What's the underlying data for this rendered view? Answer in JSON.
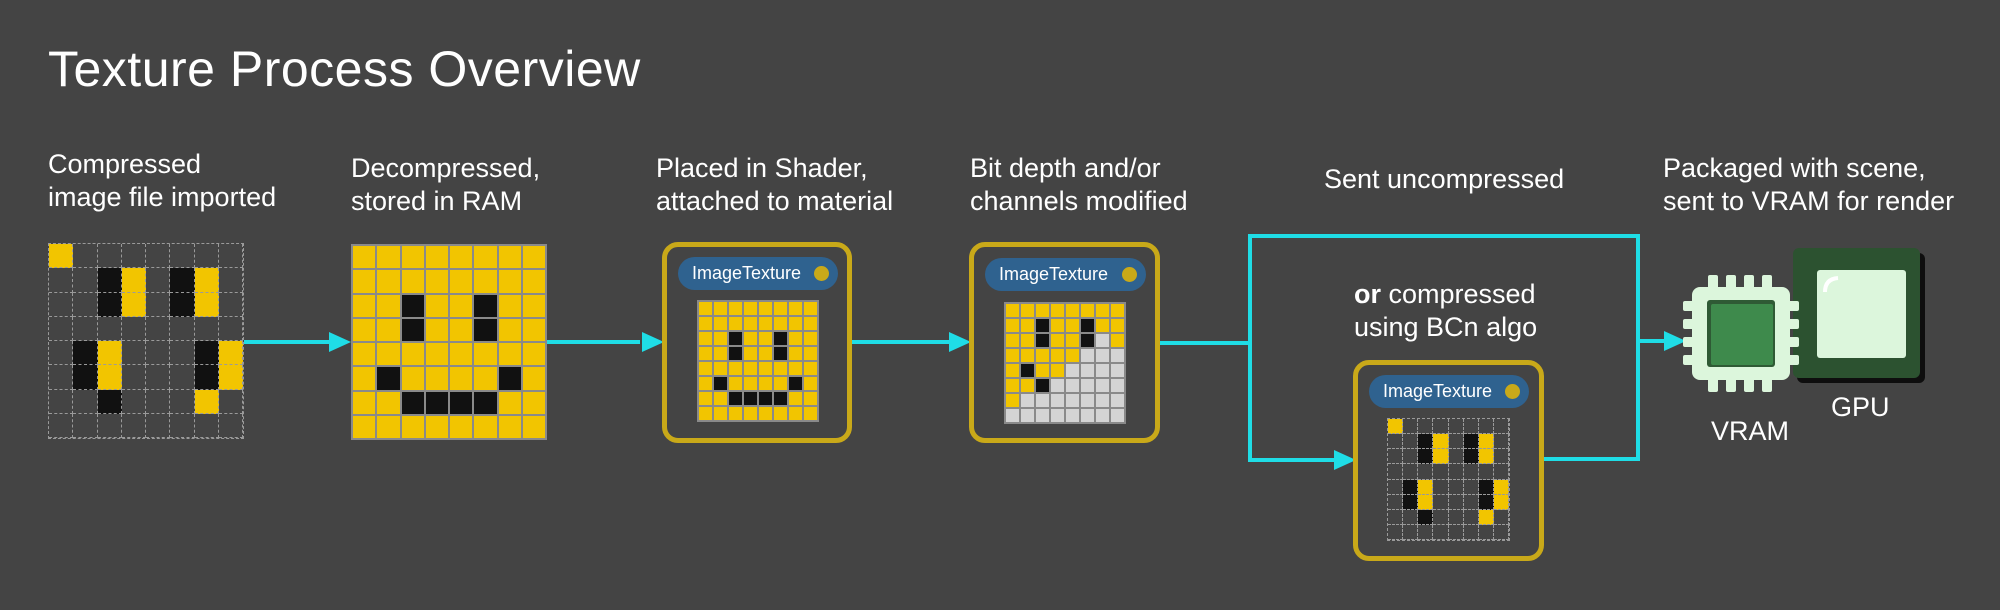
{
  "title": "Texture Process Overview",
  "stages": [
    {
      "label_lines": [
        "Compressed",
        "image file imported"
      ]
    },
    {
      "label_lines": [
        "Decompressed,",
        "stored in RAM"
      ]
    },
    {
      "label_lines": [
        "Placed in Shader,",
        "attached to material"
      ],
      "node_label": "ImageTexture"
    },
    {
      "label_lines": [
        "Bit depth and/or",
        "channels modified"
      ],
      "node_label": "ImageTexture"
    },
    {
      "label_lines": [
        "Sent uncompressed"
      ]
    },
    {
      "label_prefix": "or",
      "label_lines": [
        " compressed",
        "using BCn algo"
      ],
      "node_label": "ImageTexture"
    },
    {
      "label_lines": [
        "Packaged with scene,",
        "sent to VRAM for render"
      ]
    }
  ],
  "hardware": {
    "vram_label": "VRAM",
    "gpu_label": "GPU"
  },
  "colors": {
    "background": "#444444",
    "pixel_yellow": "#f2c500",
    "pixel_black": "#111111",
    "pixel_gray": "#d4d4d4",
    "frame_gold": "#c9a919",
    "node_blue": "#2f628f",
    "arrow_cyan": "#1fdde6",
    "chip_light": "#dcf6dc",
    "chip_dark": "#3e8a4c"
  },
  "icons": [
    "arrow-right-icon",
    "vram-chip-icon",
    "gpu-card-icon",
    "socket-dot-icon"
  ],
  "pixel_art": {
    "full": [
      "YYYYYYYY",
      "YYYYYYYY",
      "YYBYYBYY",
      "YYBYYBYY",
      "YYYYYYYY",
      "YBYYYYBY",
      "YYBBBBYY",
      "YYYYYYYY"
    ],
    "modified": [
      "YYYYYYYY",
      "YYBYYBYY",
      "YYBYYBGY",
      "YYYYYGGG",
      "YBYYGGGG",
      "YYBGGGGG",
      "YGGGGGGG",
      "GGGGGGGG"
    ],
    "compressed": [
      "Y.......",
      "..BY.BY.",
      "..BY.BY.",
      "........",
      ".BY...BY",
      ".BY...BY",
      "..B...Y.",
      "........"
    ]
  }
}
